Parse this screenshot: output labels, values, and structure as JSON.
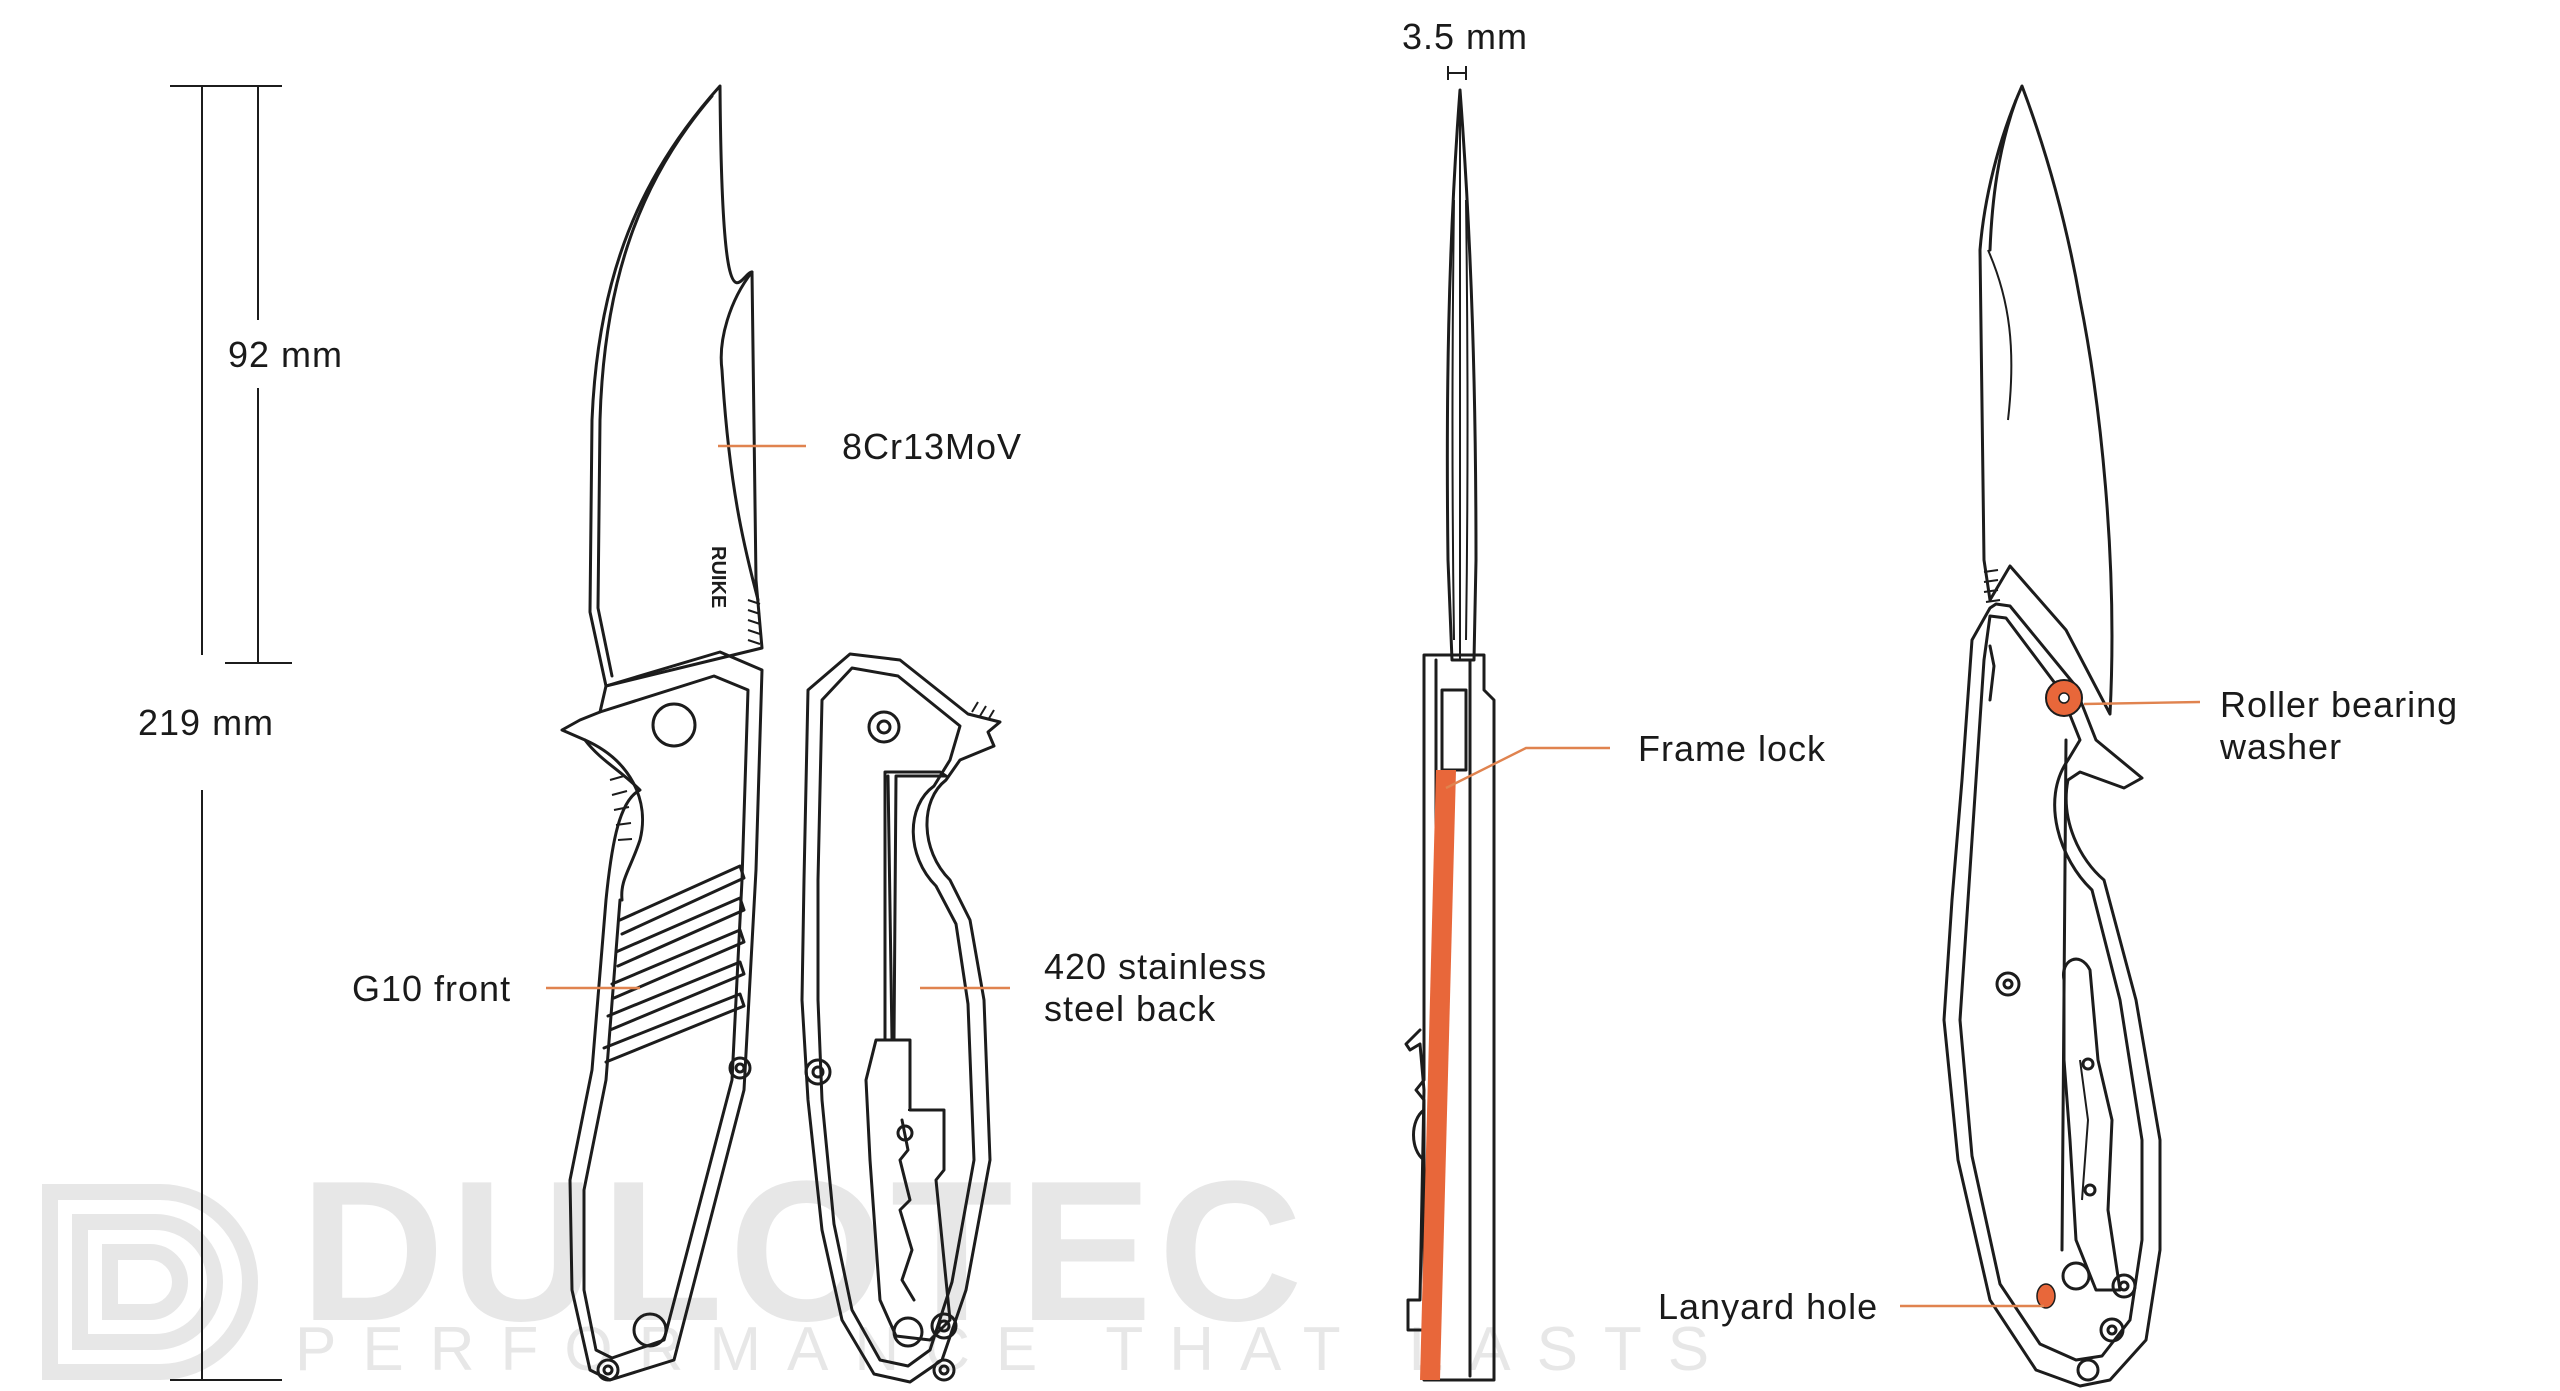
{
  "colors": {
    "ink": "#1c1c1c",
    "accent": "#e8673a",
    "leader": "#e0834f",
    "watermark": "#e7e7e7",
    "background": "#ffffff"
  },
  "watermark": {
    "brand": "DULOTEC",
    "tagline": "PERFORMANCE THAT LASTS",
    "logo_icon": "dulotec-logo-icon"
  },
  "blade_brand": "RUIKE",
  "dimensions": {
    "blade_length": "92 mm",
    "overall_length": "219 mm",
    "blade_thickness": "3.5 mm"
  },
  "callouts": {
    "blade_steel": "8Cr13MoV",
    "front_scale": "G10 front",
    "back_scale": "420 stainless\nsteel back",
    "lock": "Frame lock",
    "pivot": "Roller bearing\nwasher",
    "lanyard": "Lanyard hole"
  }
}
